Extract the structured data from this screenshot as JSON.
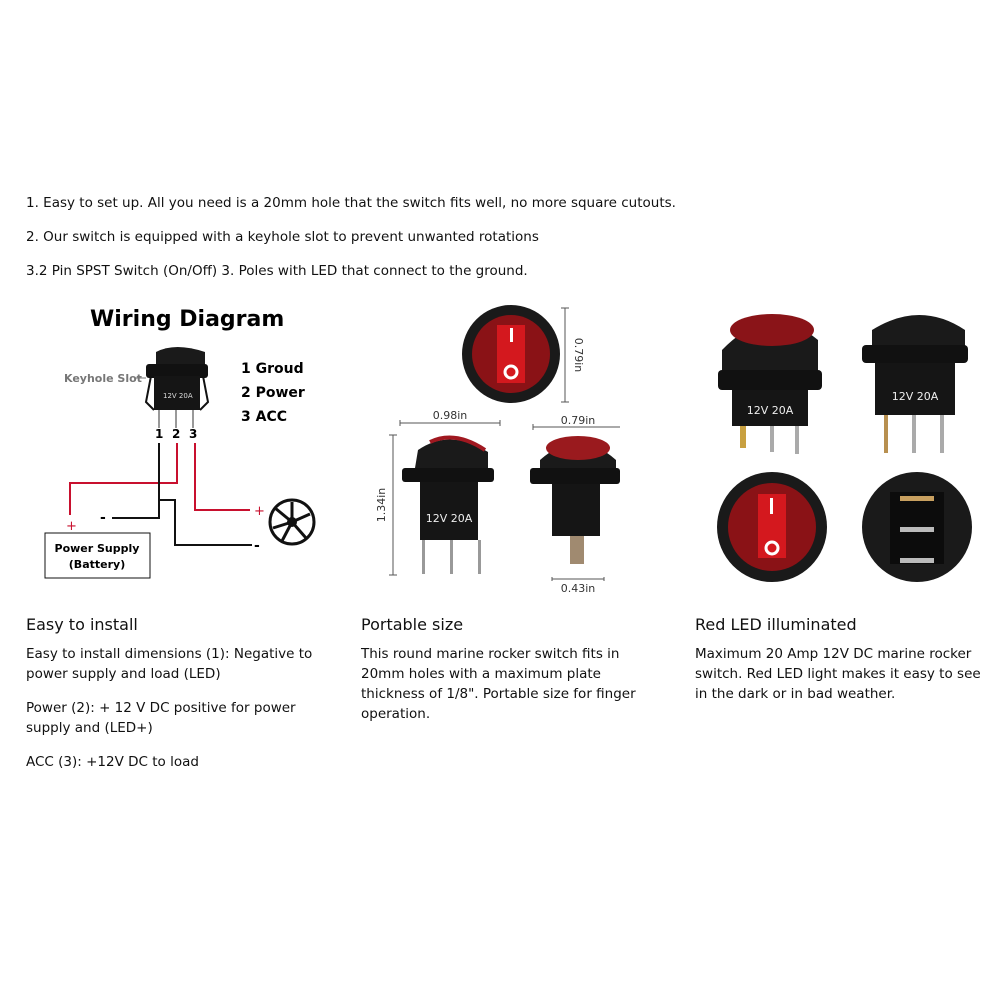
{
  "features": [
    "1. Easy to set up. All you need is a 20mm hole that the switch fits well, no more square cutouts.",
    "2. Our switch is equipped with a keyhole slot to prevent unwanted rotations",
    "3.2 Pin SPST Switch (On/Off) 3. Poles with LED that connect to the ground."
  ],
  "wiring": {
    "title": "Wiring Diagram",
    "keyhole_label": "Keyhole Slot",
    "switch_text": "12V 20A",
    "pins": [
      "1",
      "2",
      "3"
    ],
    "legend": [
      "1 Groud",
      "2 Power",
      "3 ACC"
    ],
    "power_supply": [
      "Power Supply",
      "(Battery)"
    ],
    "plus": "+",
    "minus": "-"
  },
  "dimensions": {
    "height_top": "0.79in",
    "width_side": "0.98in",
    "width_front": "0.79in",
    "height": "1.34in",
    "terminal": "0.43in",
    "switch_text": "12V 20A"
  },
  "photos": {
    "switch_text": "12V 20A"
  },
  "columns": [
    {
      "title": "Easy to install",
      "paragraphs": [
        "Easy to install dimensions (1): Negative to power supply and load (LED)",
        "Power (2): + 12 V DC positive for power supply and (LED+)",
        "ACC (3): +12V DC to load"
      ]
    },
    {
      "title": "Portable size",
      "paragraphs": [
        "This round marine rocker switch fits in 20mm holes with a maximum plate thickness of 1/8\". Portable size for finger operation."
      ]
    },
    {
      "title": "Red LED illuminated",
      "paragraphs": [
        "Maximum 20 Amp 12V DC marine rocker switch. Red LED light makes it easy to see in the dark or in bad weather."
      ]
    }
  ],
  "colors": {
    "wire_red": "#c8102e",
    "switch_black": "#151515",
    "led_red": "#c0161b"
  }
}
